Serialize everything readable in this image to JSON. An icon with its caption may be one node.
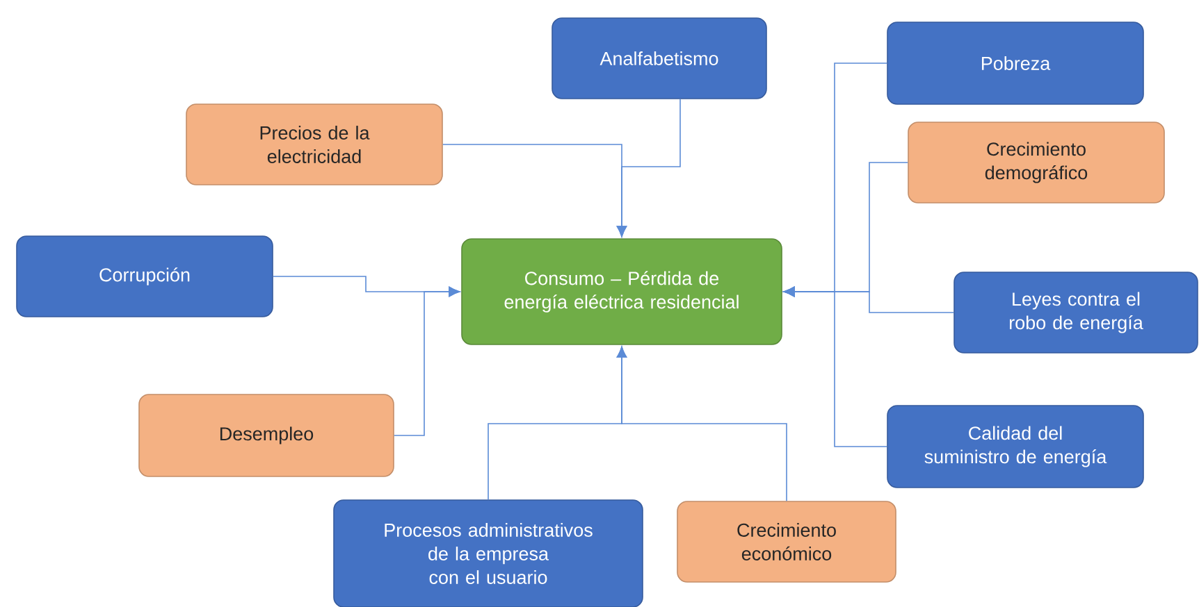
{
  "diagram": {
    "nodes": [
      {
        "text": [
          "Consumo – Pérdida de energía eléctrica residencial"
        ]
      },
      {
        "text": [
          "Analfabetismo"
        ]
      },
      {
        "text": [
          "Precios de la electricidad"
        ]
      },
      {
        "text": [
          "Corrupción"
        ]
      },
      {
        "text": [
          "Desempleo"
        ]
      },
      {
        "text": [
          "Procesos administrativos de la empresa con el usuario"
        ]
      },
      {
        "text": [
          "Crecimiento económico"
        ]
      },
      {
        "text": [
          "Pobreza"
        ]
      },
      {
        "text": [
          "Crecimiento demográfico"
        ]
      },
      {
        "text": [
          "Leyes contra el robo de energía"
        ]
      },
      {
        "text": [
          "Calidad del suministro de energía"
        ]
      }
    ],
    "edges": [
      {
        "from": 1,
        "to": 0,
        "arrow": "to"
      },
      {
        "from": 2,
        "to": 0,
        "arrow": "to"
      },
      {
        "from": 3,
        "to": 0,
        "arrow": "to"
      },
      {
        "from": 4,
        "to": 0,
        "arrow": "to"
      },
      {
        "from": 5,
        "to": 0,
        "arrow": "to"
      },
      {
        "from": 6,
        "to": 0,
        "arrow": "to"
      },
      {
        "from": 7,
        "to": 0,
        "arrow": "to"
      },
      {
        "from": 8,
        "to": 0,
        "arrow": "to"
      },
      {
        "from": 9,
        "to": 0,
        "arrow": "to"
      },
      {
        "from": 10,
        "to": 0,
        "arrow": "to"
      }
    ]
  }
}
